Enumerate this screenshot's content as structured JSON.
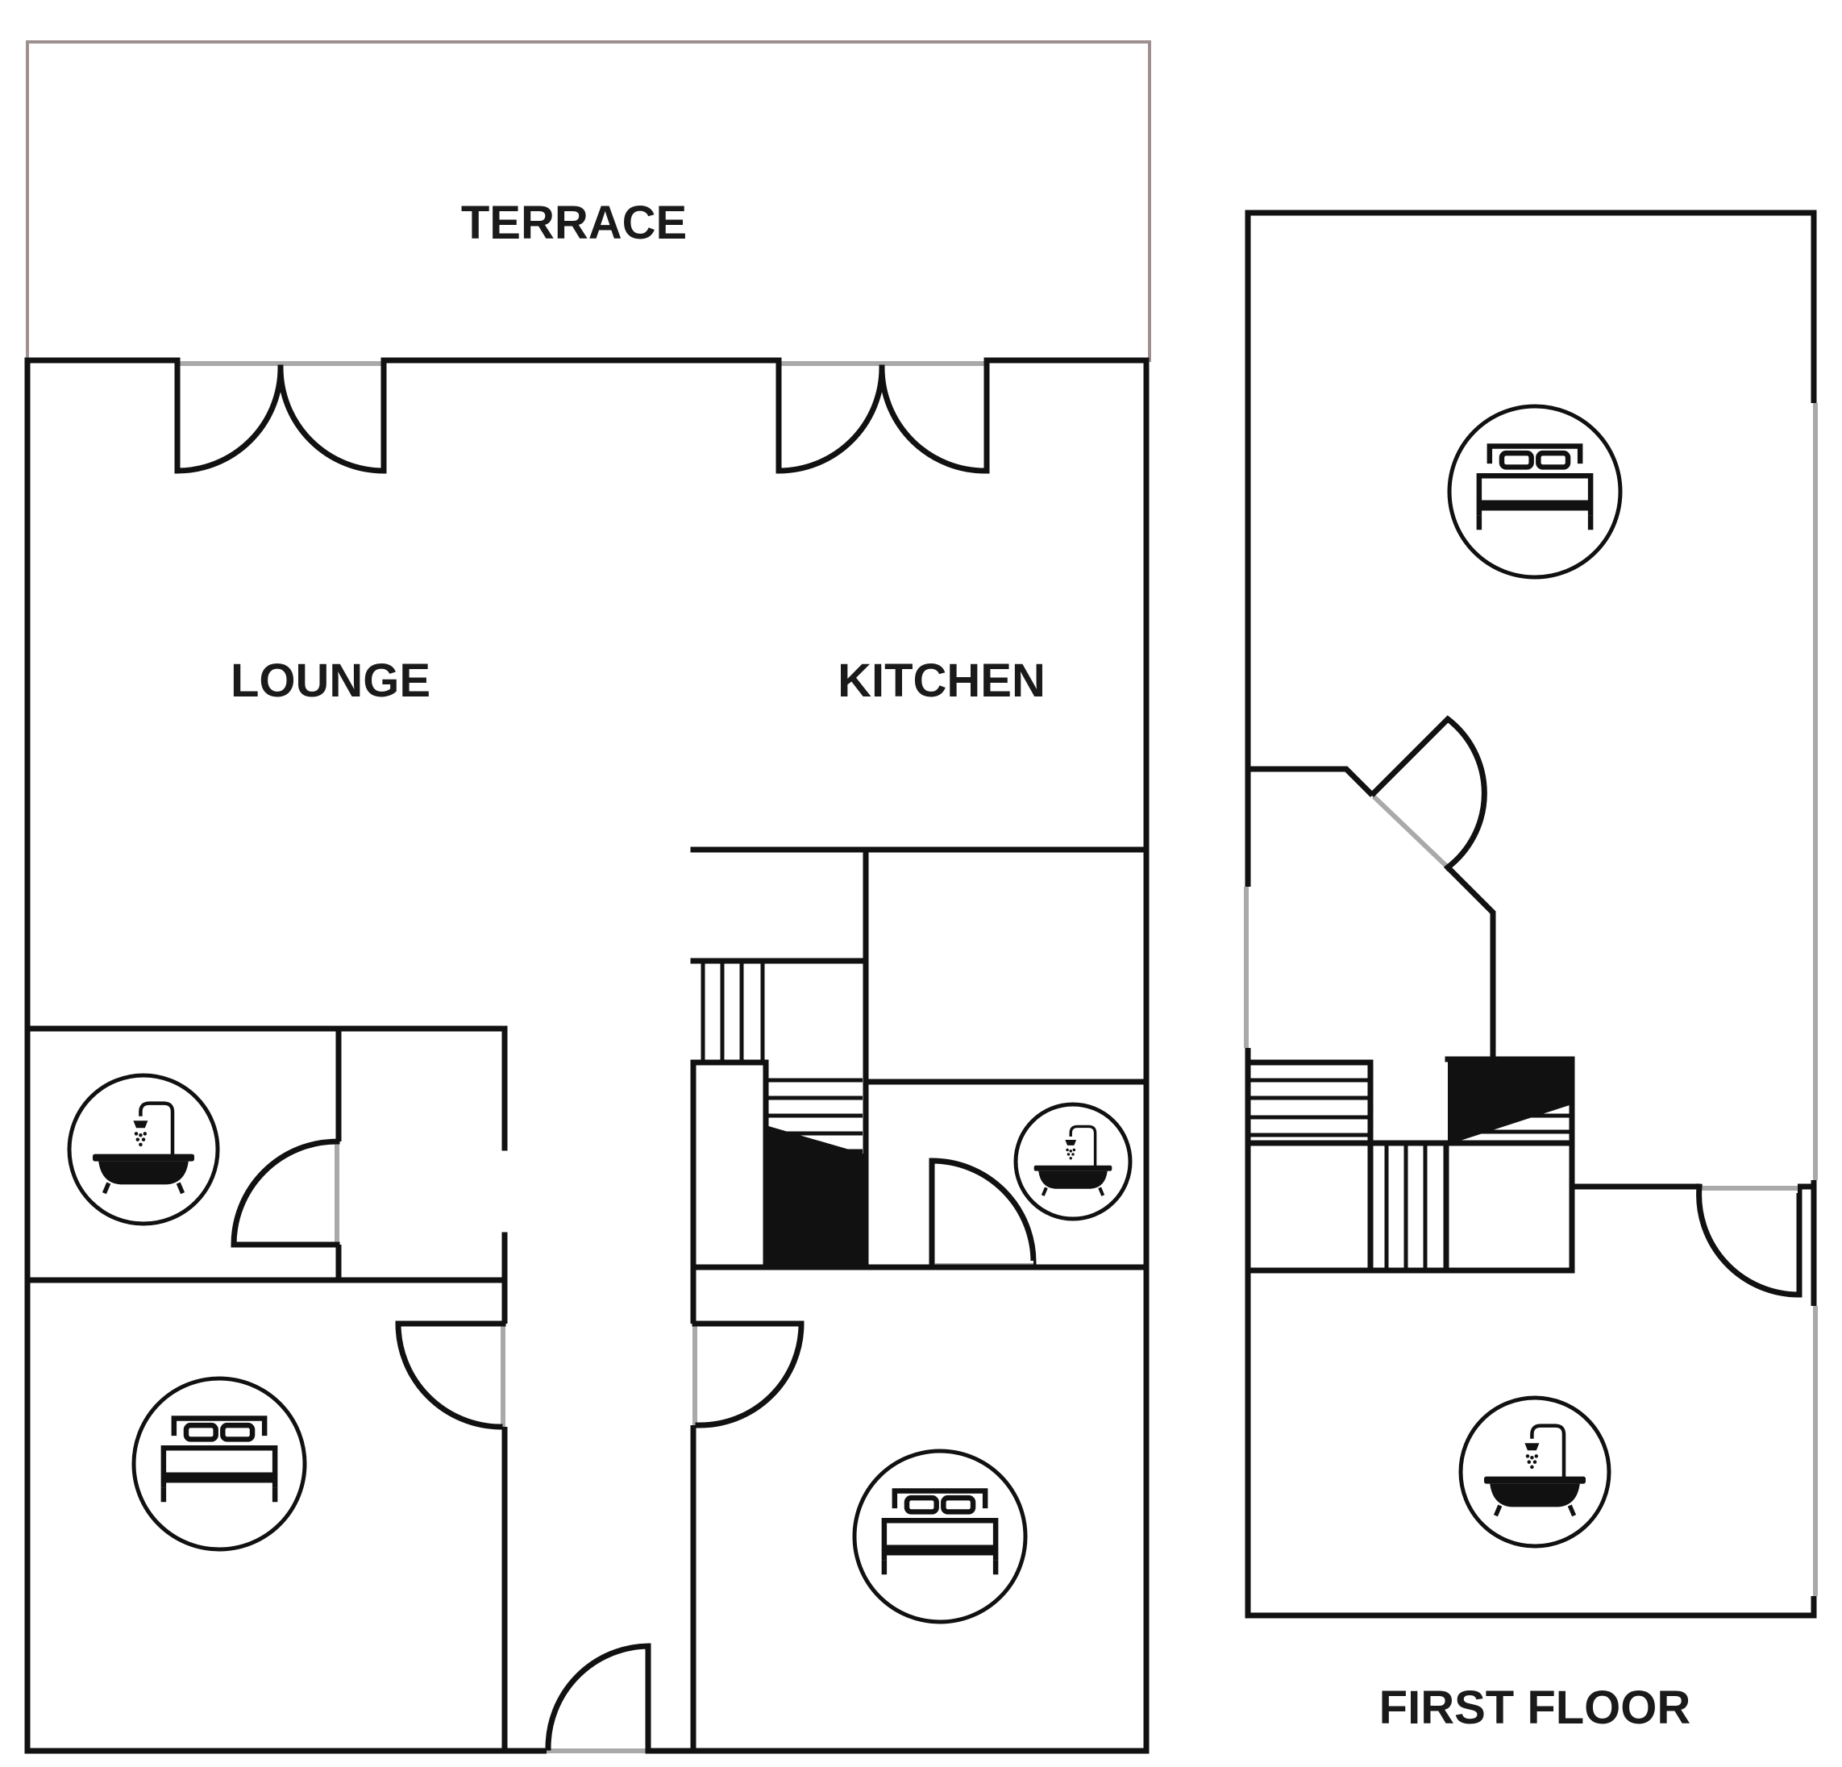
{
  "labels": {
    "terrace": "TERRACE",
    "lounge": "LOUNGE",
    "kitchen": "KITCHEN",
    "first_floor": "FIRST FLOOR"
  },
  "icons": [
    {
      "id": "bath-ground-left",
      "kind": "bathtub-shower-icon"
    },
    {
      "id": "bath-ground-right",
      "kind": "bathtub-shower-icon"
    },
    {
      "id": "bed-ground-left",
      "kind": "double-bed-icon"
    },
    {
      "id": "bed-ground-right",
      "kind": "double-bed-icon"
    },
    {
      "id": "bed-first-floor",
      "kind": "double-bed-icon"
    },
    {
      "id": "bath-first-floor",
      "kind": "bathtub-shower-icon"
    }
  ],
  "colors": {
    "wall": "#111111",
    "opening": "#a9a9a9",
    "terrace_outline": "#9e9090",
    "background": "#ffffff"
  }
}
